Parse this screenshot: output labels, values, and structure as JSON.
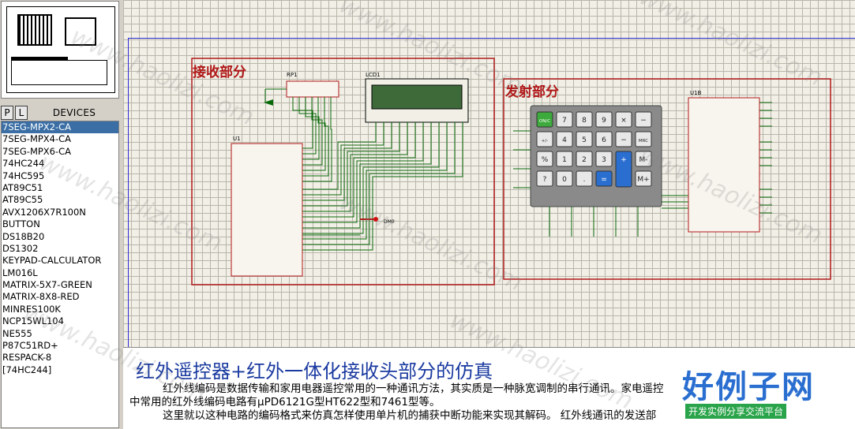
{
  "preview": {
    "label": "component preview"
  },
  "device_panel": {
    "tab_p": "P",
    "tab_l": "L",
    "title": "DEVICES",
    "items": [
      "7SEG-MPX2-CA",
      "7SEG-MPX4-CA",
      "7SEG-MPX6-CA",
      "74HC244",
      "74HC595",
      "AT89C51",
      "AT89C55",
      "AVX1206X7R100N",
      "BUTTON",
      "DS18B20",
      "DS1302",
      "KEYPAD-CALCULATOR",
      "LM016L",
      "MATRIX-5X7-GREEN",
      "MATRIX-8X8-RED",
      "MINRES100K",
      "NCP15WL104",
      "NE555",
      "P87C51RD+",
      "RESPACK-8",
      "[74HC244]"
    ],
    "selected_index": 0
  },
  "schematic": {
    "receiver_label": "接收部分",
    "transmitter_label": "发射部分",
    "rp1_label": "RP1",
    "lcd_label": "LCD1",
    "u1_label": "U1",
    "u1b_label": "U1B",
    "out_label": "DM0",
    "keys": [
      [
        "ON/C",
        "7",
        "8",
        "9",
        "×",
        "−"
      ],
      [
        "+/-",
        "4",
        "5",
        "6",
        "−",
        "MRC"
      ],
      [
        "%",
        "1",
        "2",
        "3",
        "+",
        "M-"
      ],
      [
        "?",
        "0",
        ".",
        "=",
        "+",
        "M+"
      ]
    ]
  },
  "article": {
    "title": "红外遥控器+红外一体化接收头部分的仿真",
    "line1": "红外线编码是数据传输和家用电器遥控常用的一种通讯方法，其实质是一种脉宽调制的串行通讯。家电遥控",
    "line2": "中常用的红外线编码电路有μPD6121G型HT622型和7461型等。",
    "line3": "这里就以这种电路的编码格式来仿真怎样使用单片机的捕获中断功能来实现其解码。 红外线通讯的发送部"
  },
  "logo": {
    "title": "好例子网",
    "slogan": "开发实例分享交流平台"
  },
  "watermark": {
    "text": "www.haolizi.com"
  },
  "colors": {
    "accent": "#1a3aa0",
    "selection": "#3a6ea5",
    "block_border": "#b01818",
    "wire": "#0a6a0a"
  }
}
